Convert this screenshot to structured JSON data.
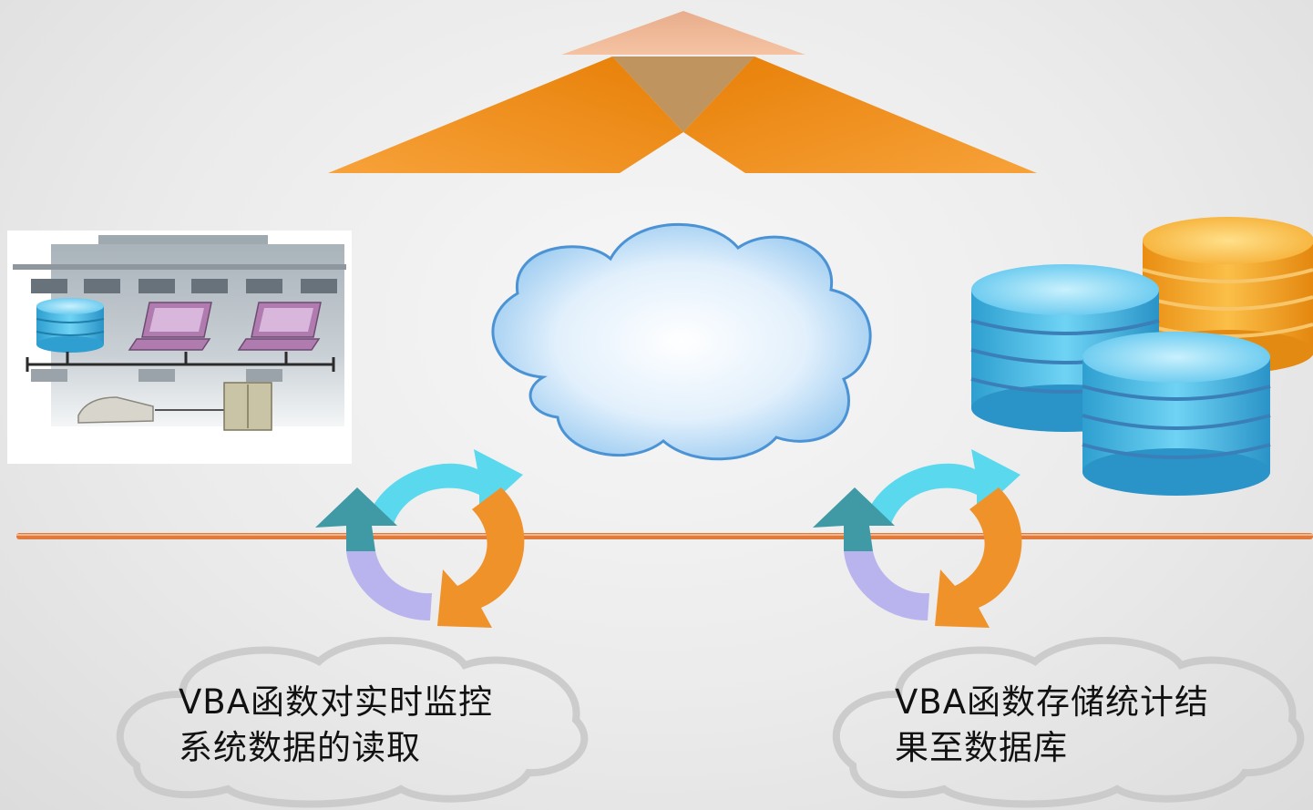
{
  "captions": {
    "left": {
      "line1": "VBA函数对实时监控",
      "line2": "系统数据的读取"
    },
    "right": {
      "line1": "VBA函数存储统计结",
      "line2": "果至数据库"
    }
  },
  "colors": {
    "arrow_orange": "#f28f12",
    "arrow_peach": "#f2b590",
    "cloud_blue": "#7ab8ea",
    "cycle_cyan": "#5ad8ee",
    "cycle_teal": "#3f9aa6",
    "cycle_lavender": "#b8b2ee",
    "cycle_orange": "#f0922a",
    "line_orange": "#e07b3c",
    "db_blue": "#3fb4e2",
    "db_gold": "#f2a22a"
  },
  "icons": [
    "up-arrow-icon",
    "office-network-icon",
    "cloud-icon",
    "database-stack-icon",
    "cycle-arrows-icon"
  ]
}
